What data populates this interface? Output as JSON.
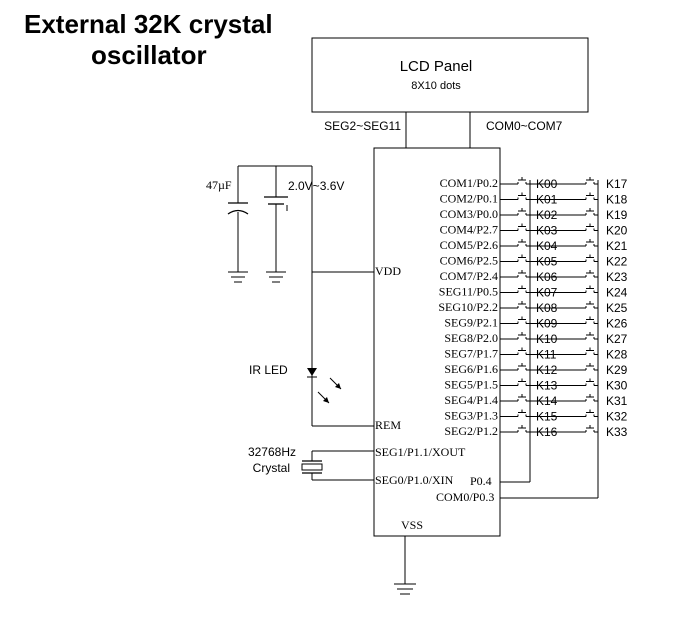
{
  "title": {
    "line1": "External 32K crystal",
    "line2": "oscillator"
  },
  "lcd": {
    "title": "LCD Panel",
    "subtitle": "8X10 dots"
  },
  "bus": {
    "seg": "SEG2~SEG11",
    "com": "COM0~COM7"
  },
  "power": {
    "capacitor": "47µF",
    "voltage": "2.0V~3.6V"
  },
  "ir": {
    "label": "IR LED"
  },
  "crystal": {
    "freq": "32768Hz",
    "label": "Crystal"
  },
  "chip": {
    "vdd": "VDD",
    "rem": "REM",
    "xout": "SEG1/P1.1/XOUT",
    "xin": "SEG0/P1.0/XIN",
    "p04": "P0.4",
    "com0": "COM0/P0.3",
    "vss": "VSS",
    "pins": [
      "COM1/P0.2",
      "COM2/P0.1",
      "COM3/P0.0",
      "COM4/P2.7",
      "COM5/P2.6",
      "COM6/P2.5",
      "COM7/P2.4",
      "SEG11/P0.5",
      "SEG10/P2.2",
      "SEG9/P2.1",
      "SEG8/P2.0",
      "SEG7/P1.7",
      "SEG6/P1.6",
      "SEG5/P1.5",
      "SEG4/P1.4",
      "SEG3/P1.3",
      "SEG2/P1.2"
    ]
  },
  "keys": {
    "left": [
      "K00",
      "K01",
      "K02",
      "K03",
      "K04",
      "K05",
      "K06",
      "K07",
      "K08",
      "K09",
      "K10",
      "K11",
      "K12",
      "K13",
      "K14",
      "K15",
      "K16"
    ],
    "right": [
      "K17",
      "K18",
      "K19",
      "K20",
      "K21",
      "K22",
      "K23",
      "K24",
      "K25",
      "K26",
      "K27",
      "K28",
      "K29",
      "K30",
      "K31",
      "K32",
      "K33"
    ]
  }
}
